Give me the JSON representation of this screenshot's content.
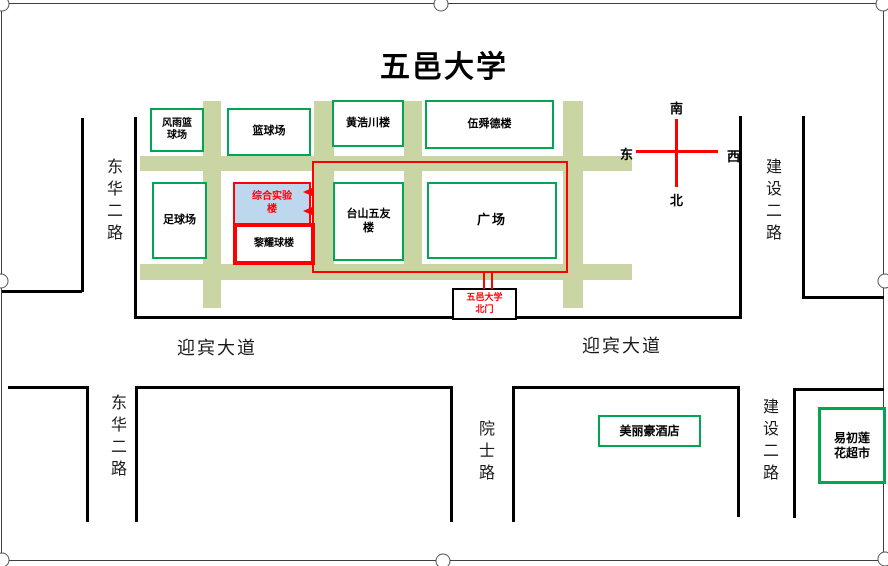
{
  "title": "五邑大学",
  "colors": {
    "building_border": "#00a651",
    "road_strip": "#c9d5a2",
    "highlight_fill": "#bdd7ee",
    "route_red": "#ff0000"
  },
  "campus": {
    "buildings": {
      "covered_court": "风雨篮\n球场",
      "basketball": "篮球场",
      "huang_haochuan": "黄浩川楼",
      "wu_shunde": "伍舜德楼",
      "football": "足球场",
      "experiment": "综合实验\n楼",
      "li_yaoqiu": "黎耀球楼",
      "taishan_wuyou": "台山五友\n楼",
      "plaza": "广场"
    },
    "north_gate": "五邑大学\n北门"
  },
  "compass": {
    "south": "南",
    "north": "北",
    "east": "东",
    "west": "西"
  },
  "roads": {
    "donghua_upper": "东华二路",
    "donghua_lower": "东华二路",
    "jianshe_upper": "建设二路",
    "jianshe_lower": "建设二路",
    "yuanshi": "院士路",
    "yingbin_left": "迎宾大道",
    "yingbin_right": "迎宾大道"
  },
  "landmarks": {
    "hotel": "美丽豪酒店",
    "supermarket": "易初莲\n花超市"
  }
}
